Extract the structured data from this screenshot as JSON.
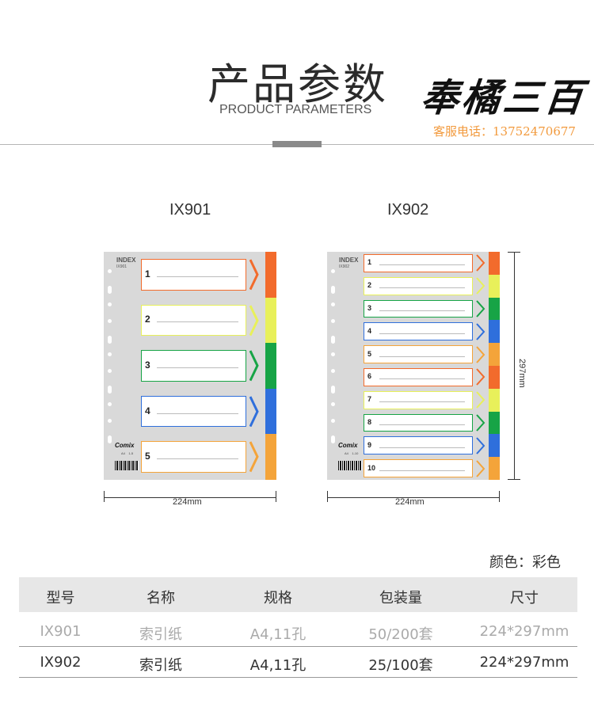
{
  "header": {
    "title_cn": "产品参数",
    "title_en": "PRODUCT PARAMETERS",
    "brand": "奉橘三百",
    "service": "客服电话：13752470677"
  },
  "models": [
    {
      "label": "IX901",
      "sheet_head": "INDEX",
      "sheet_code": "IX901",
      "tabs": [
        {
          "num": "1",
          "color": "#f26b2c"
        },
        {
          "num": "2",
          "color": "#e8f05a"
        },
        {
          "num": "3",
          "color": "#17a446"
        },
        {
          "num": "4",
          "color": "#2f6fdc"
        },
        {
          "num": "5",
          "color": "#f4a43a"
        }
      ],
      "logo": "Comix",
      "width_label": "224mm"
    },
    {
      "label": "IX902",
      "sheet_head": "INDEX",
      "sheet_code": "IX902",
      "tabs": [
        {
          "num": "1",
          "color": "#f26b2c"
        },
        {
          "num": "2",
          "color": "#e8f05a"
        },
        {
          "num": "3",
          "color": "#17a446"
        },
        {
          "num": "4",
          "color": "#2f6fdc"
        },
        {
          "num": "5",
          "color": "#f4a43a"
        },
        {
          "num": "6",
          "color": "#f26b2c"
        },
        {
          "num": "7",
          "color": "#e8f05a"
        },
        {
          "num": "8",
          "color": "#17a446"
        },
        {
          "num": "9",
          "color": "#2f6fdc"
        },
        {
          "num": "10",
          "color": "#f4a43a"
        }
      ],
      "logo": "Comix",
      "width_label": "224mm",
      "height_label": "297mm"
    }
  ],
  "color_spec": "颜色：彩色",
  "table": {
    "headers": [
      "型号",
      "名称",
      "规格",
      "包装量",
      "尺寸"
    ],
    "rows": [
      [
        "IX901",
        "索引纸",
        "A4,11孔",
        "50/200套",
        "224*297mm"
      ],
      [
        "IX902",
        "索引纸",
        "A4,11孔",
        "25/100套",
        "224*297mm"
      ]
    ]
  }
}
